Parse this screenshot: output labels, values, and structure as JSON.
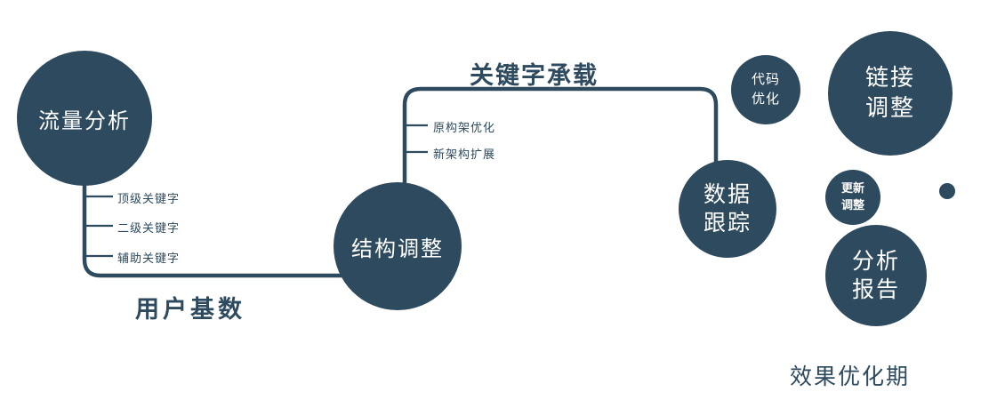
{
  "colors": {
    "primary": "#2e4a5e",
    "text_on_dark": "#ffffff",
    "background": "#ffffff"
  },
  "nodes": {
    "traffic_analysis": {
      "lines": [
        "流量分析"
      ]
    },
    "structure_adjust": {
      "lines": [
        "结构调整"
      ]
    },
    "data_tracking": {
      "lines": [
        "数据",
        "跟踪"
      ]
    },
    "code_optimization": {
      "lines": [
        "代码",
        "优化"
      ]
    },
    "link_adjustment": {
      "lines": [
        "链接",
        "调整"
      ]
    },
    "update_adjustment": {
      "lines": [
        "更新",
        "调整"
      ]
    },
    "analysis_report": {
      "lines": [
        "分析",
        "报告"
      ]
    }
  },
  "edge_labels": {
    "user_base": "用户基数",
    "keyword_carrying": "关键字承载",
    "effect_optimization_period": "效果优化期"
  },
  "branches": {
    "traffic": [
      "顶级关键字",
      "二级关键字",
      "辅助关键字"
    ],
    "structure": [
      "原构架优化",
      "新架构扩展"
    ]
  }
}
